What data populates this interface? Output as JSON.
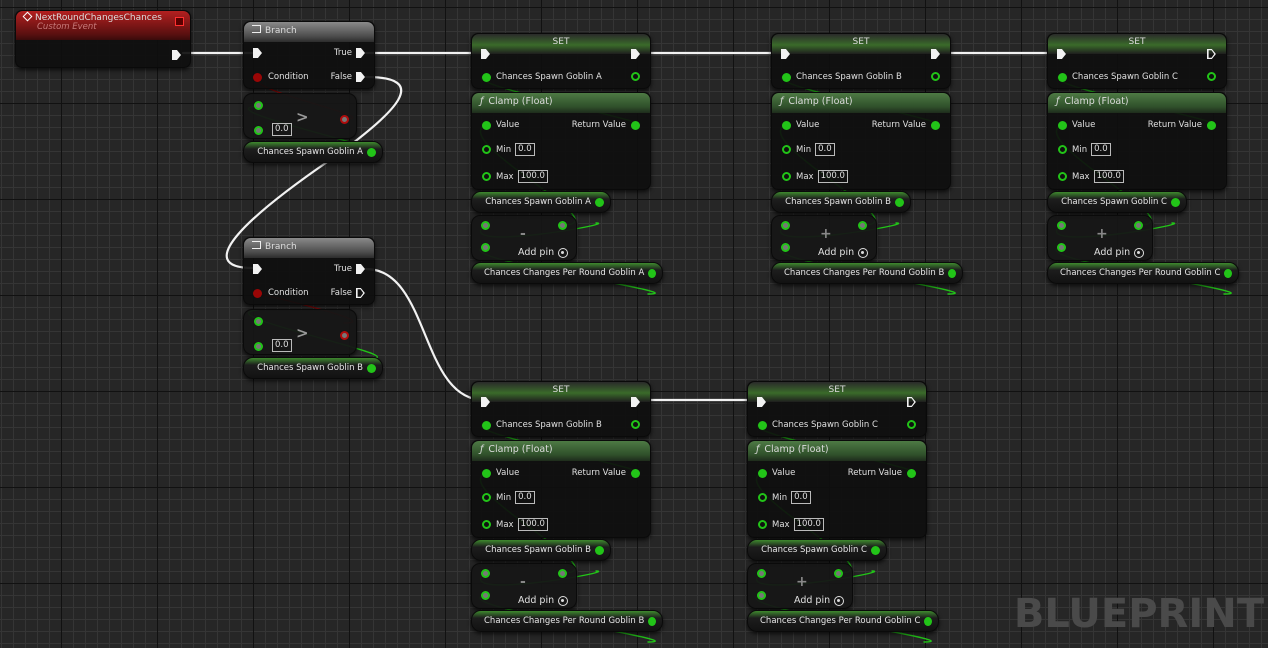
{
  "event": {
    "title": "NextRoundChangesChances",
    "subtitle": "Custom Event",
    "icon": "event-diamond-icon"
  },
  "branches": [
    {
      "title": "Branch",
      "true_label": "True",
      "false_label": "False",
      "condition_label": "Condition",
      "compare_op": ">",
      "compare_value": "0.0",
      "getter": "Chances Spawn Goblin A"
    },
    {
      "title": "Branch",
      "true_label": "True",
      "false_label": "False",
      "condition_label": "Condition",
      "compare_op": ">",
      "compare_value": "0.0",
      "getter": "Chances Spawn Goblin B"
    }
  ],
  "chains": [
    {
      "set_title": "SET",
      "set_var": "Chances Spawn Goblin A",
      "clamp_title": "Clamp (Float)",
      "value_label": "Value",
      "return_label": "Return Value",
      "min_label": "Min",
      "min_value": "0.0",
      "max_label": "Max",
      "max_value": "100.0",
      "getter_var": "Chances Spawn Goblin A",
      "math_op": "-",
      "add_pin_label": "Add pin",
      "getter_changes": "Chances Changes Per Round Goblin A"
    },
    {
      "set_title": "SET",
      "set_var": "Chances Spawn Goblin B",
      "clamp_title": "Clamp (Float)",
      "value_label": "Value",
      "return_label": "Return Value",
      "min_label": "Min",
      "min_value": "0.0",
      "max_label": "Max",
      "max_value": "100.0",
      "getter_var": "Chances Spawn Goblin B",
      "math_op": "+",
      "add_pin_label": "Add pin",
      "getter_changes": "Chances Changes Per Round Goblin B"
    },
    {
      "set_title": "SET",
      "set_var": "Chances Spawn Goblin C",
      "clamp_title": "Clamp (Float)",
      "value_label": "Value",
      "return_label": "Return Value",
      "min_label": "Min",
      "min_value": "0.0",
      "max_label": "Max",
      "max_value": "100.0",
      "getter_var": "Chances Spawn Goblin C",
      "math_op": "+",
      "add_pin_label": "Add pin",
      "getter_changes": "Chances Changes Per Round Goblin C"
    },
    {
      "set_title": "SET",
      "set_var": "Chances Spawn Goblin B",
      "clamp_title": "Clamp (Float)",
      "value_label": "Value",
      "return_label": "Return Value",
      "min_label": "Min",
      "min_value": "0.0",
      "max_label": "Max",
      "max_value": "100.0",
      "getter_var": "Chances Spawn Goblin B",
      "math_op": "-",
      "add_pin_label": "Add pin",
      "getter_changes": "Chances Changes Per Round Goblin B"
    },
    {
      "set_title": "SET",
      "set_var": "Chances Spawn Goblin C",
      "clamp_title": "Clamp (Float)",
      "value_label": "Value",
      "return_label": "Return Value",
      "min_label": "Min",
      "min_value": "0.0",
      "max_label": "Max",
      "max_value": "100.0",
      "getter_var": "Chances Spawn Goblin C",
      "math_op": "+",
      "add_pin_label": "Add pin",
      "getter_changes": "Chances Changes Per Round Goblin C"
    }
  ],
  "watermark": "BLUEPRINT",
  "colors": {
    "exec_wire": "#f2f2f2",
    "float_wire": "#22c418",
    "bool_wire": "#9a0606",
    "event_header": "#b32020"
  }
}
